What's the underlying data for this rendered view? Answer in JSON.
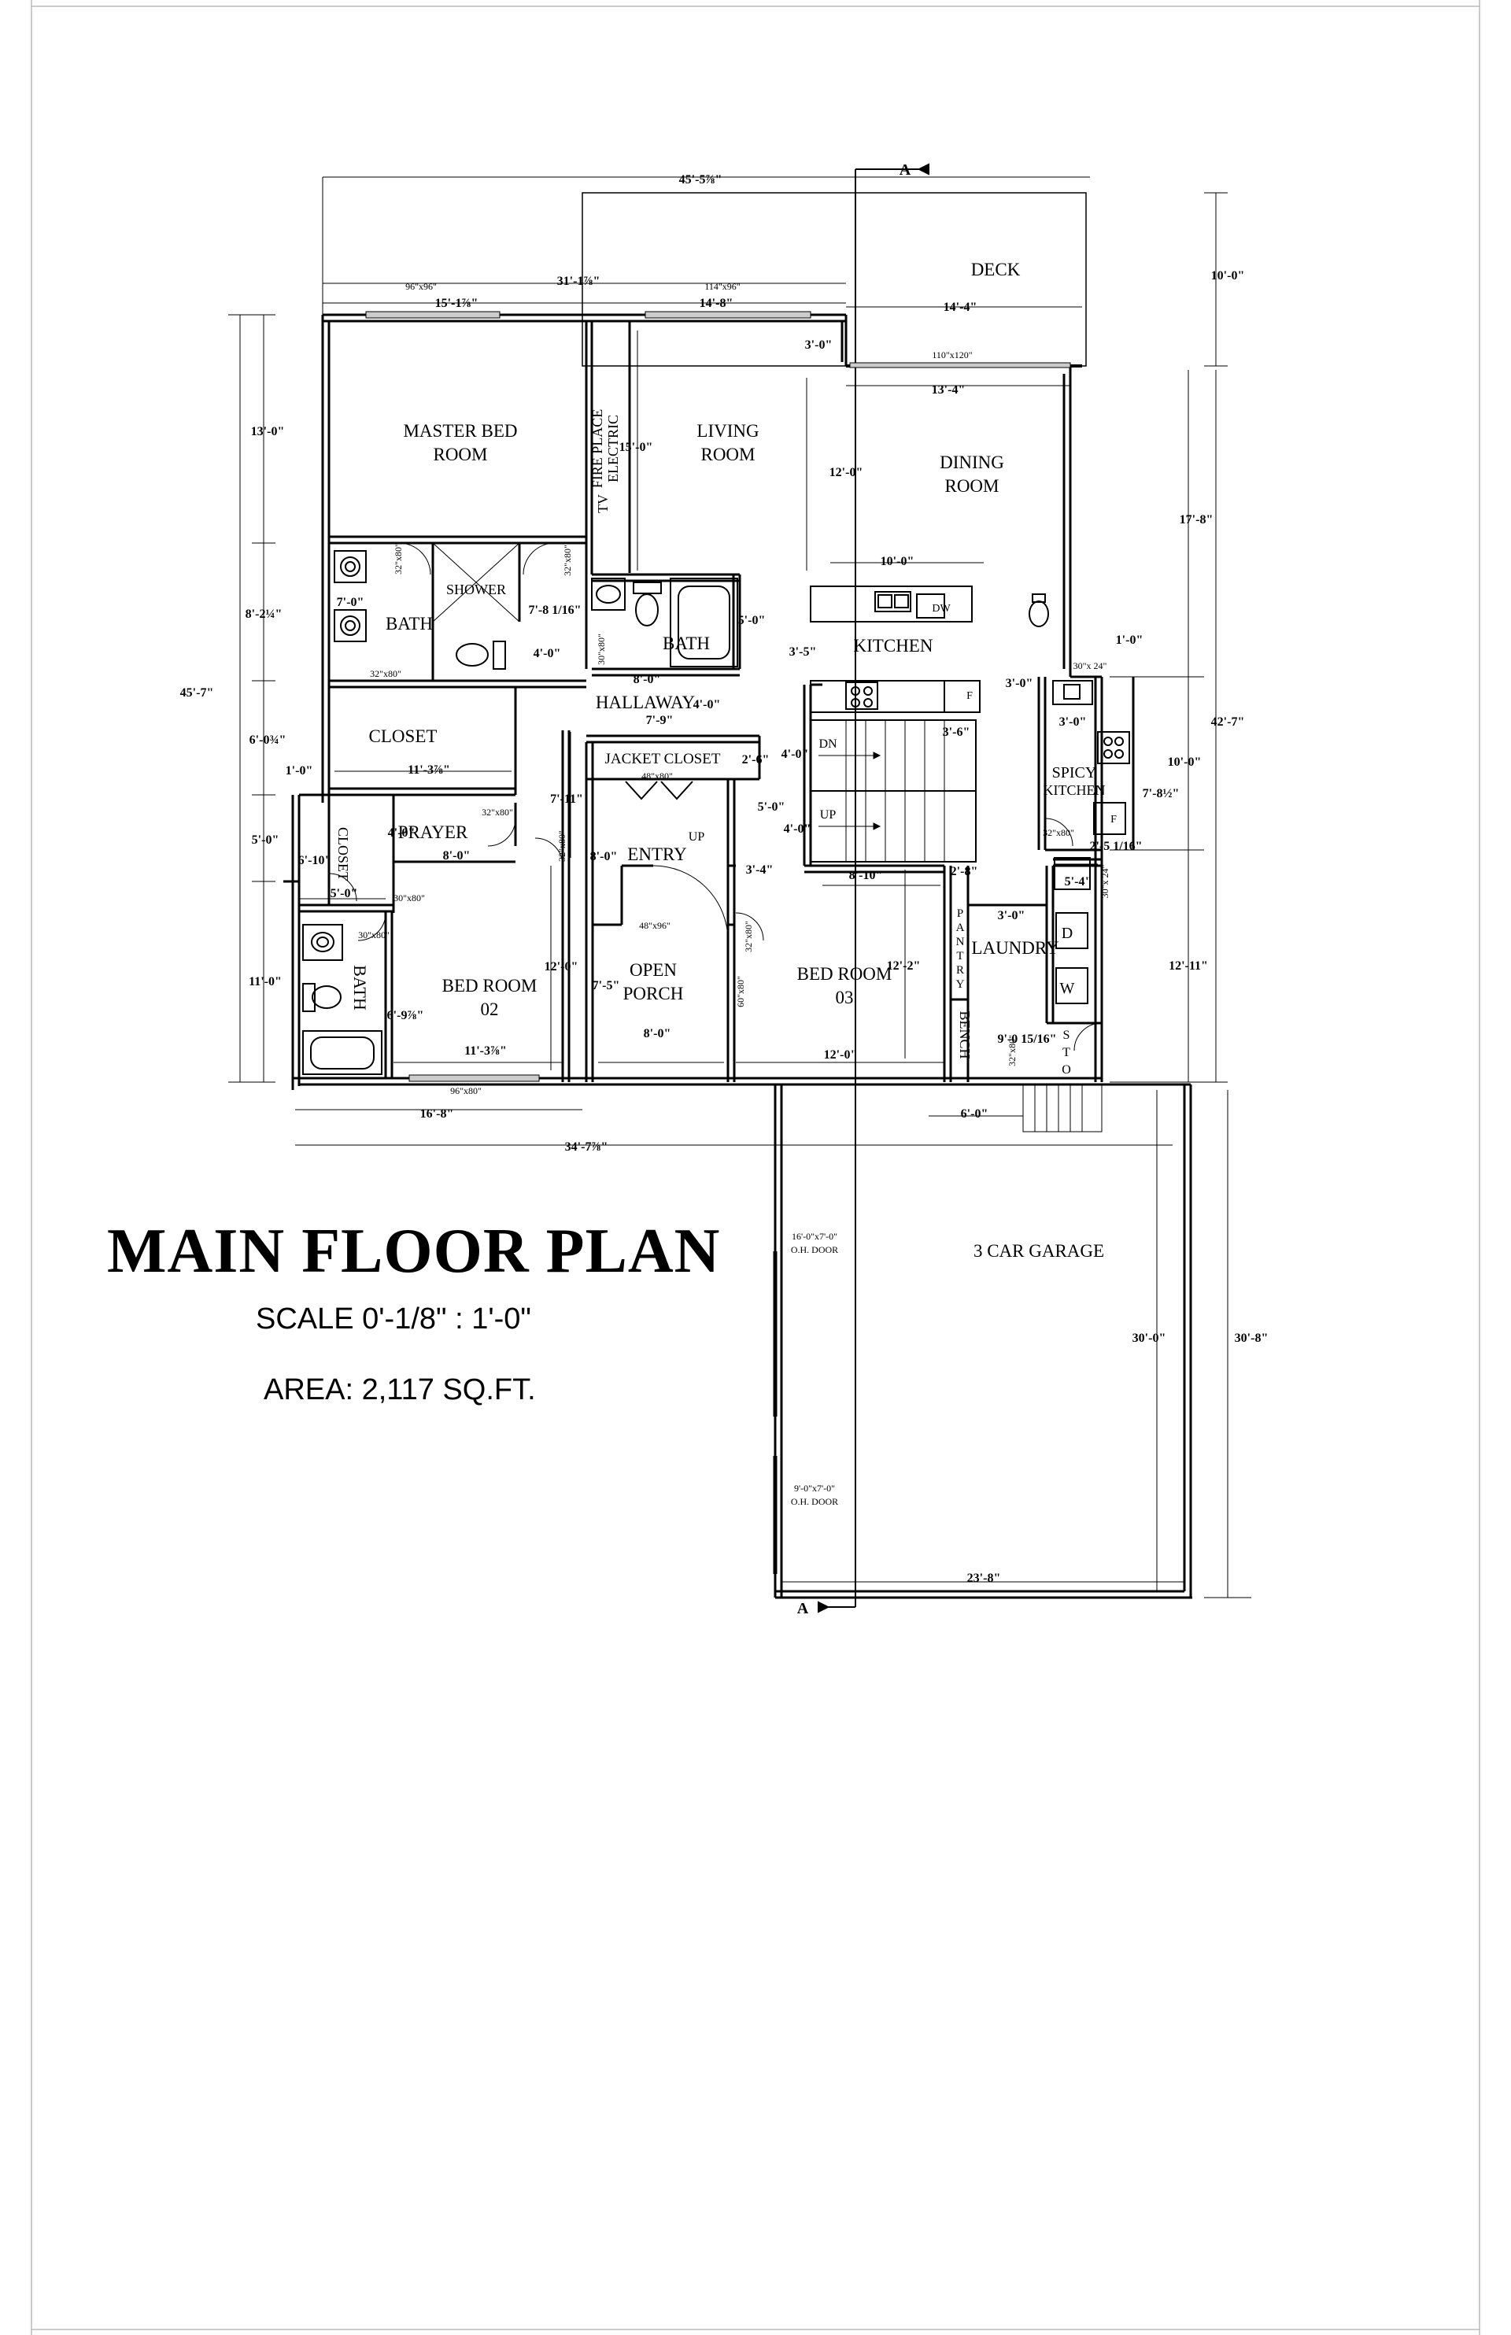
{
  "sheet": {
    "title": "MAIN FLOOR  PLAN",
    "scale": "SCALE  0'-1/8\" : 1'-0\"",
    "area": "AREA: 2,117 SQ.FT.",
    "section_marker": "A"
  },
  "rooms": {
    "deck": "DECK",
    "master_bed_1": "MASTER BED",
    "master_bed_2": "ROOM",
    "living_1": "LIVING",
    "living_2": "ROOM",
    "dining_1": "DINING",
    "dining_2": "ROOM",
    "kitchen": "KITCHEN",
    "bath_master": "BATH",
    "bath_hall": "BATH",
    "bath_02": "BATH",
    "shower": "SHOWER",
    "closet_master": "CLOSET",
    "closet_02": "CLOSET",
    "hallway": "HALLAWAY",
    "jacket_closet": "JACKET CLOSET",
    "prayer": "PRAYER",
    "entry": "ENTRY",
    "open_porch_1": "OPEN",
    "open_porch_2": "PORCH",
    "bed02_1": "BED ROOM",
    "bed02_2": "02",
    "bed03_1": "BED ROOM",
    "bed03_2": "03",
    "spicy_1": "SPICY",
    "spicy_2": "KITCHEN",
    "pantry": "P A N T R Y",
    "laundry": "LAUNDRY",
    "bench": "BENCH",
    "sto": "S T O",
    "garage": "3 CAR GARAGE",
    "fireplace_1": "FIRE PLACE",
    "fireplace_2": "ELECTRIC",
    "tv": "TV",
    "dw": "DW",
    "fridge": "F",
    "dryer": "D",
    "washer": "W",
    "dn": "DN",
    "up": "UP"
  },
  "openings": {
    "win_master": "96\"x96\"",
    "win_living": "114\"x96\"",
    "win_deck": "110\"x120\"",
    "door_shower": "32\"x80\"",
    "door_bath_a": "32\"x80\"",
    "door_bath_b": "32\"x80\"",
    "door_hallbath": "30\"x80\"",
    "door_jacket": "48\"x80\"",
    "door_prayer": "32\"x80\"",
    "door_closet02": "30\"x80\"",
    "door_bath02": "30\"x80\"",
    "door_entry_side": "32\"x80\"",
    "door_entry": "48\"x96\"",
    "door_bed03": "32\"x80\"",
    "door_porch": "60\"x80\"",
    "win_bed02": "96\"x80\"",
    "door_spicy": "32\"x80\"",
    "door_spicy_b": "30\"x 24\"",
    "win_spicy": "30\"x 24\"",
    "door_laundry": "32\"x80\"",
    "gar_door1_1": "16'-0\"x7'-0\"",
    "gar_door1_2": "O.H. DOOR",
    "gar_door2_1": "9'-0\"x7'-0\"",
    "gar_door2_2": "O.H. DOOR"
  },
  "dims": {
    "overall_top": "45'-5⅞\"",
    "left_top": "31'-1⅞\"",
    "master_w": "15'-1⅞\"",
    "living_w": "14'-8\"",
    "deck_w": "14'-4\"",
    "deck_d": "10'-0\"",
    "deck_gap": "3'-0\"",
    "dining_w": "13'-4\"",
    "left_13": "13'-0\"",
    "left_8": "8'-2¼\"",
    "left_45": "45'-7\"",
    "left_6": "6'-0¾\"",
    "left_1": "1'-0\"",
    "left_5": "5'-0\"",
    "left_11": "11'-0\"",
    "living_15": "15'-0\"",
    "dining_12": "12'-0\"",
    "kitchen_10": "10'-0\"",
    "kitchen_1": "1'-0\"",
    "right_17": "17'-8\"",
    "right_42": "42'-7\"",
    "right_10": "10'-0\"",
    "right_12": "12'-11\"",
    "bath_7": "7'-0\"",
    "bath_78": "7'-8 1/16\"",
    "bath_4": "4'-0\"",
    "bath_5": "5'-0\"",
    "kit_35": "3'-5\"",
    "hall_8": "8'-0\"",
    "hall_4": "4'-0\"",
    "hall_79": "7'-9\"",
    "jacket_26": "2'-6\"",
    "stair_4a": "4'-0\"",
    "stair_4b": "4'-0\"",
    "stair_5": "5'-0\"",
    "stair_36": "3'-6\"",
    "kit_3": "3'-0\"",
    "spicy_3": "3'-0\"",
    "spicy_78": "7'-8½\"",
    "spicy_25": "2'-5 1/16\"",
    "spicy_54": "5'-4\"",
    "closet_11": "11'-3⅞\"",
    "closet_711": "7'-11\"",
    "prayer_4": "4'-0\"",
    "prayer_8": "8'-0\"",
    "entry_8": "8'-0\"",
    "entry_34": "3'-4\"",
    "closet02_610": "6'-10\"",
    "closet02_5": "5'-0\"",
    "bath02_69": "6'-9⅞\"",
    "bed02_12": "12'-0\"",
    "bed02_11": "11'-3⅞\"",
    "porch_75": "7'-5\"",
    "porch_8": "8'-0\"",
    "bed03_810": "8'-10\"",
    "bed03_122": "12'-2\"",
    "bed03_12": "12'-0\"",
    "pantry_28": "2'-8\"",
    "laundry_3": "3'-0\"",
    "sto_9": "9'-0 15/16\"",
    "bottom_168": "16'-8\"",
    "bottom_34": "34'-7⅞\"",
    "bottom_6": "6'-0\"",
    "garage_30": "30'-0\"",
    "garage_308": "30'-8\"",
    "garage_238": "23'-8\""
  }
}
